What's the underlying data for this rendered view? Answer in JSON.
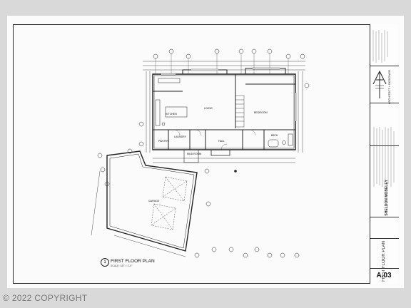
{
  "sheet": {
    "number": "A.03",
    "title": "FIRST FLOOR PLAN",
    "owner": "SHELDON MOBELEY",
    "firm": "ARCHITECT + DESIGNER",
    "copyright": "© 2022 COPYRIGHT"
  },
  "plan": {
    "title_number": "1",
    "title": "FIRST FLOOR PLAN",
    "scale": "SCALE: 1/8\" = 1'-0\"",
    "rooms": {
      "living": "LIVING",
      "kitchen": "KITCHEN",
      "bedroom": "BEDROOM",
      "pantry": "PANTRY",
      "laundry": "LAUNDRY",
      "mud_room": "MUD ROOM",
      "bath": "BATH",
      "hall": "HALL",
      "garage": "GARAGE"
    }
  }
}
